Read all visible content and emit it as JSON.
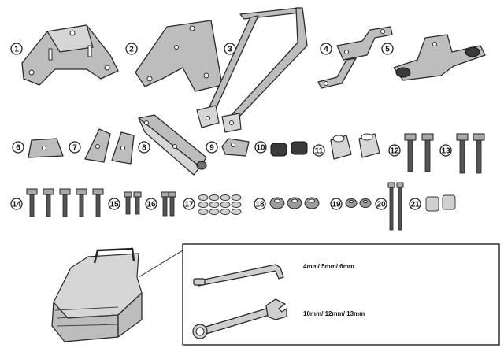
{
  "parts": [
    {
      "num": "1"
    },
    {
      "num": "2"
    },
    {
      "num": "3"
    },
    {
      "num": "4"
    },
    {
      "num": "5"
    },
    {
      "num": "6"
    },
    {
      "num": "7"
    },
    {
      "num": "8"
    },
    {
      "num": "9"
    },
    {
      "num": "10"
    },
    {
      "num": "11"
    },
    {
      "num": "12"
    },
    {
      "num": "13"
    },
    {
      "num": "14"
    },
    {
      "num": "15"
    },
    {
      "num": "16"
    },
    {
      "num": "17"
    },
    {
      "num": "18"
    },
    {
      "num": "19"
    },
    {
      "num": "20"
    },
    {
      "num": "21"
    }
  ],
  "tools": {
    "allen_label": "4mm/ 5mm/ 6mm",
    "wrench_label": "10mm/ 12mm/ 13mm"
  }
}
